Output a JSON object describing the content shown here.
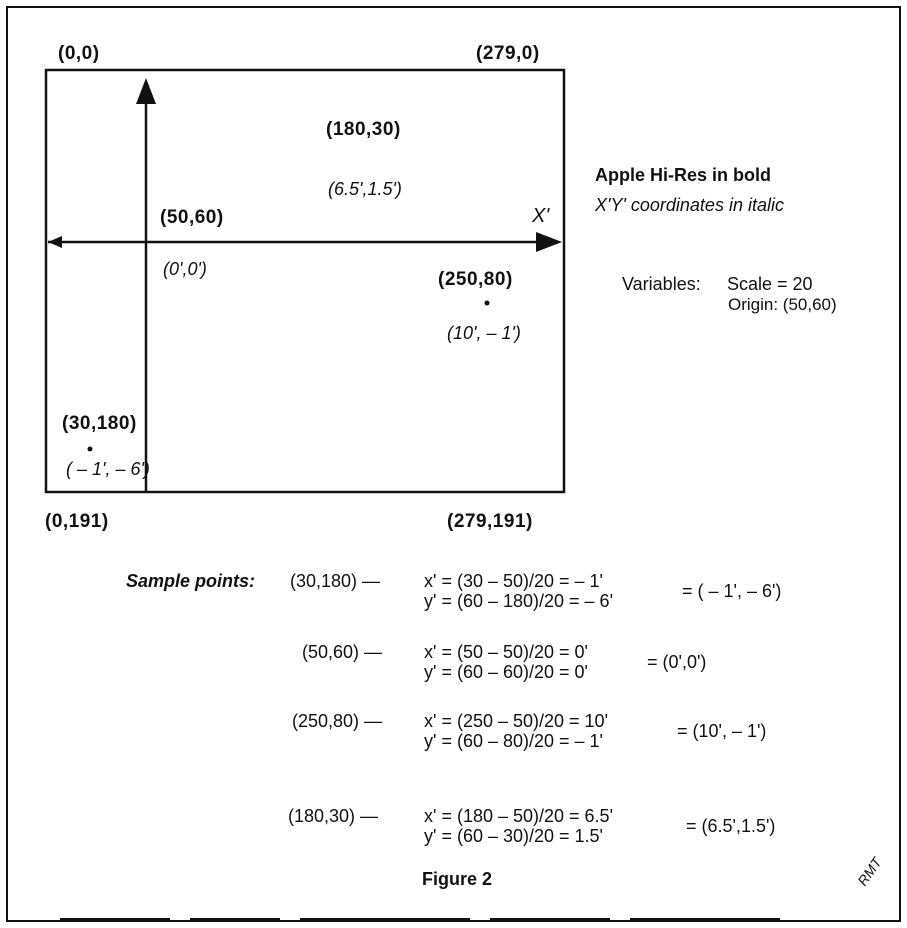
{
  "diagram": {
    "corners": {
      "top_left": "(0,0)",
      "top_right": "(279,0)",
      "bottom_left": "(0,191)",
      "bottom_right": "(279,191)"
    },
    "axis_label": "X'",
    "points": [
      {
        "hires": "(180,30)",
        "xy": "(6.5',1.5')"
      },
      {
        "hires": "(50,60)",
        "xy": "(0',0')"
      },
      {
        "hires": "(250,80)",
        "xy": "(10', – 1')"
      },
      {
        "hires": "(30,180)",
        "xy": "( – 1', – 6')"
      }
    ]
  },
  "legend": {
    "line1": "Apple Hi-Res in bold",
    "line2": "X'Y' coordinates in italic"
  },
  "variables": {
    "label": "Variables:",
    "scale": "Scale = 20",
    "origin": "Origin: (50,60)"
  },
  "samples": {
    "heading": "Sample points:",
    "rows": [
      {
        "point": "(30,180) —",
        "x_eq": "x' = (30 –  50)/20 =  – 1'",
        "y_eq": "y' = (60 – 180)/20 =  – 6'",
        "result": "= ( – 1', – 6')"
      },
      {
        "point": "(50,60) —",
        "x_eq": "x' = (50 – 50)/20 = 0'",
        "y_eq": "y' = (60 – 60)/20 = 0'",
        "result": "= (0',0')"
      },
      {
        "point": "(250,80) —",
        "x_eq": "x' = (250 – 50)/20 = 10'",
        "y_eq": "y' = (60 – 80)/20 =  – 1'",
        "result": "= (10', – 1')"
      },
      {
        "point": "(180,30) —",
        "x_eq": "x' = (180 – 50)/20 = 6.5'",
        "y_eq": "y' = (60 – 30)/20 = 1.5'",
        "result": "= (6.5',1.5')"
      }
    ]
  },
  "caption": "Figure 2",
  "signature": "RMT"
}
